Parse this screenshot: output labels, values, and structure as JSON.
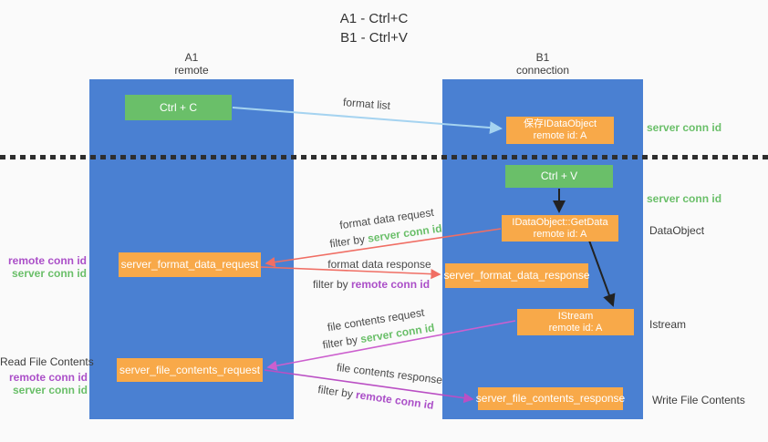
{
  "title": {
    "line1": "A1 - Ctrl+C",
    "line2": "B1 - Ctrl+V"
  },
  "lanes": {
    "a": {
      "name": "A1",
      "role": "remote"
    },
    "b": {
      "name": "B1",
      "role": "connection"
    }
  },
  "nodes": {
    "ctrl_c": {
      "label": "Ctrl + C"
    },
    "ctrl_v": {
      "label": "Ctrl + V"
    },
    "save_dataobject": {
      "line1": "保存IDataObject",
      "line2": "remote id: A"
    },
    "getdata": {
      "line1": "IDataObject::GetData",
      "line2": "remote id: A"
    },
    "istream": {
      "line1": "IStream",
      "line2": "remote id: A"
    },
    "server_format_data_request": {
      "label": "server_format_data_request"
    },
    "server_format_data_response": {
      "label": "server_format_data_response"
    },
    "server_file_contents_request": {
      "label": "server_file_contents_request"
    },
    "server_file_contents_response": {
      "label": "server_file_contents_response"
    }
  },
  "side_labels": {
    "server_conn_id_top": "server conn id",
    "server_conn_id_mid": "server conn id",
    "dataobject": "DataObject",
    "istream": "Istream",
    "write_file_contents": "Write File Contents",
    "read_file_contents": "Read File Contents",
    "group1": {
      "remote": "remote conn id",
      "server": "server conn id"
    },
    "group2": {
      "remote": "remote conn id",
      "server": "server conn id"
    }
  },
  "arrow_labels": {
    "format_list": "format list",
    "format_data_request": "format data request",
    "format_data_response": "format data response",
    "file_contents_request": "file contents request",
    "file_contents_response": "file contents response",
    "filter_by": "filter by",
    "server_conn_id": "server conn id",
    "remote_conn_id": "remote conn id"
  },
  "colors": {
    "lane_fill": "#4a80d2",
    "action_green": "#6abf69",
    "message_orange": "#f8a949",
    "arrow_light_blue": "#a5d3f0",
    "arrow_black": "#222222",
    "arrow_red": "#f06e64",
    "arrow_magenta_request": "#cc5fce",
    "arrow_magenta_response": "#ba4fc4",
    "text_green": "#6abf69",
    "text_purple": "#ab4fc8"
  }
}
